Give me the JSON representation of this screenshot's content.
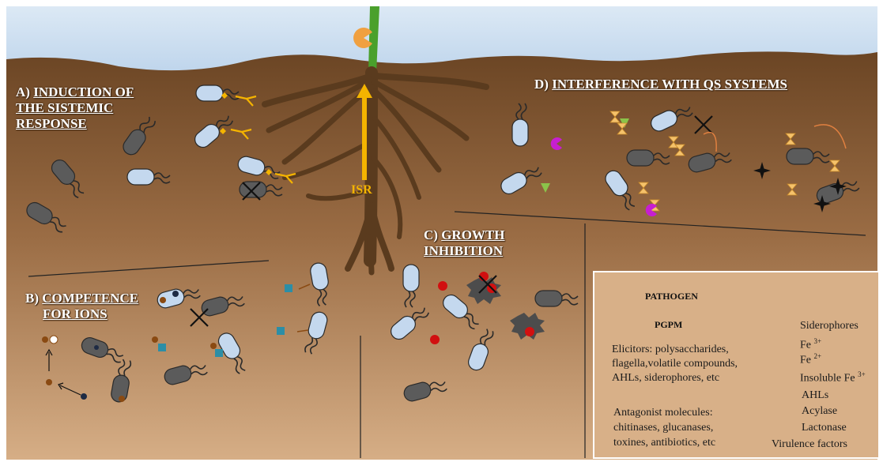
{
  "labels": {
    "a_prefix": "A)",
    "a_title_line1": "INDUCTION OF",
    "a_title_line2": "THE SISTEMIC",
    "a_title_line3": "RESPONSE",
    "b_prefix": "B)",
    "b_title_line1": "COMPETENCE",
    "b_title_line2": "FOR IONS",
    "c_prefix": "C)",
    "c_title_line1": "GROWTH",
    "c_title_line2": "INHIBITION",
    "d_prefix": "D)",
    "d_title": "INTERFERENCE WITH QS SYSTEMS",
    "isr": "ISR"
  },
  "legend": {
    "pathogen": "PATHOGEN",
    "pgpm": "PGPM",
    "siderophores": "Siderophores",
    "fe3": "Fe",
    "fe3_sup": "3+",
    "fe2": "Fe",
    "fe2_sup": "2+",
    "insoluble_fe3": "Insoluble Fe",
    "insoluble_fe3_sup": "3+",
    "elicitors_line1": "Elicitors: polysaccharides,",
    "elicitors_line2": "flagella,volatile compounds,",
    "elicitors_line3": "AHLs, siderophores, etc",
    "ahls": "AHLs",
    "acylase": "Acylase",
    "antagonist_line1": "Antagonist molecules:",
    "antagonist_line2": "chitinases, glucanases,",
    "antagonist_line3": "toxines, antibiotics, etc",
    "lactonase": "Lactonase",
    "virulence": "Virulence factors"
  },
  "colors": {
    "sky": "#c9ddef",
    "soil_top": "#6b4524",
    "soil_bottom": "#d6ae86",
    "root": "#5a3b1e",
    "pgpm_fill": "#c4d8ee",
    "pathogen_fill": "#5b5b5b",
    "isr_arrow": "#f4b400",
    "elicitor": "#f5b400",
    "siderophore": "#2c8ea6",
    "fe3": "#8a4a12",
    "fe2": "#1e2b44",
    "antagonist": "#d11010",
    "ahl": "#f5c26b",
    "acylase": "#8bc34a",
    "lactonase": "#c71ed1",
    "virulence": "#111111",
    "stem": "#4aa02c"
  }
}
